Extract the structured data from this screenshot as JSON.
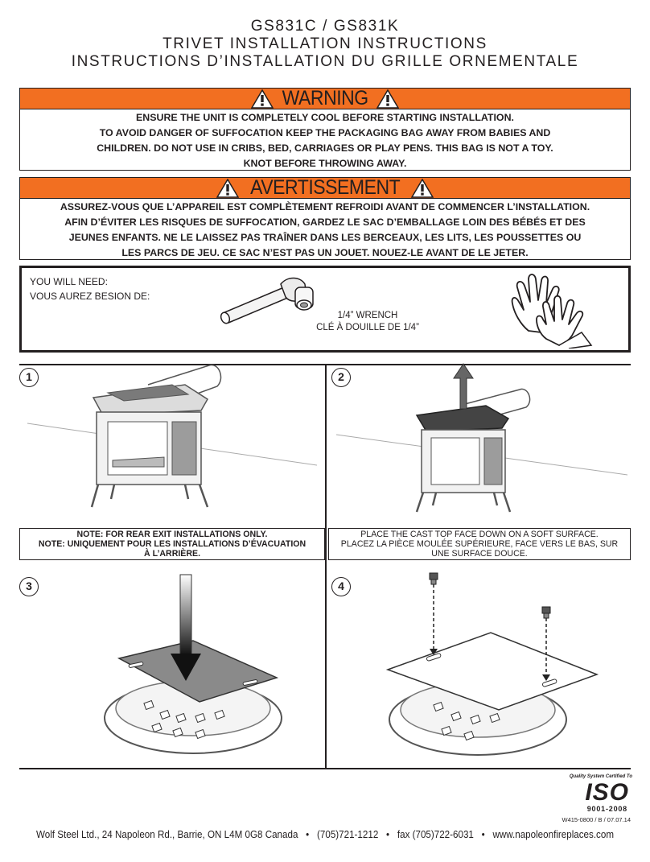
{
  "header": {
    "model": "GS831C / GS831K",
    "title_en": "TRIVET INSTALLATION INSTRUCTIONS",
    "title_fr": "INSTRUCTIONS D’INSTALLATION DU GRILLE ORNEMENTALE"
  },
  "warning_en": {
    "label": "WARNING",
    "lines": [
      "ENSURE THE UNIT IS COMPLETELY COOL BEFORE STARTING INSTALLATION.",
      "TO AVOID DANGER OF SUFFOCATION KEEP THE PACKAGING BAG AWAY FROM BABIES AND",
      "CHILDREN. DO NOT USE IN CRIBS, BED, CARRIAGES OR PLAY PENS. THIS BAG IS NOT A TOY.",
      "KNOT BEFORE THROWING AWAY."
    ]
  },
  "warning_fr": {
    "label": "AVERTISSEMENT",
    "lines": [
      "ASSUREZ-VOUS QUE L’APPAREIL EST COMPLÈTEMENT REFROIDI AVANT DE COMMENCER L’INSTALLATION.",
      "AFIN D’ÉVITER LES RISQUES DE SUFFOCATION, GARDEZ LE SAC D’EMBALLAGE LOIN DES BÉBÉS ET DES",
      "JEUNES ENFANTS. NE LE LAISSEZ PAS TRAÎNER DANS LES BERCEAUX, LES LITS, LES POUSSETTES OU",
      "LES PARCS DE JEU. CE SAC N’EST PAS UN JOUET. NOUEZ-LE AVANT DE LE JETER."
    ]
  },
  "tools": {
    "need_en": "YOU WILL NEED:",
    "need_fr": "VOUS AUREZ BESION DE:",
    "wrench_en": "1/4” WRENCH",
    "wrench_fr": "CLÉ À DOUILLE DE 1/4”"
  },
  "steps": [
    {
      "number": "1",
      "caption_lines": [
        "NOTE: FOR REAR EXIT INSTALLATIONS ONLY.",
        "NOTE: UNIQUEMENT POUR LES INSTALLATIONS D’ÉVACUATION",
        "À L’ARRIÈRE."
      ]
    },
    {
      "number": "2",
      "caption_lines": [
        "PLACE THE CAST TOP FACE DOWN ON A SOFT SURFACE.",
        "PLACEZ LA PIÈCE MOULÉE SUPÉRIEURE, FACE VERS LE BAS, SUR",
        "UNE SURFACE DOUCE."
      ]
    },
    {
      "number": "3"
    },
    {
      "number": "4"
    }
  ],
  "certification": {
    "quality_text": "Quality System Certified To",
    "logo": "ISO",
    "standard": "9001-2008",
    "doc_code": "W415-0800 / B / 07.07.14"
  },
  "footer": {
    "company": "Wolf Steel Ltd., 24 Napoleon Rd., Barrie, ON L4M 0G8 Canada",
    "phone": "(705)721-1212",
    "fax": "fax (705)722-6031",
    "website": "www.napoleonfireplaces.com"
  },
  "colors": {
    "warning_band": "#f26f21",
    "ink": "#231f20"
  }
}
